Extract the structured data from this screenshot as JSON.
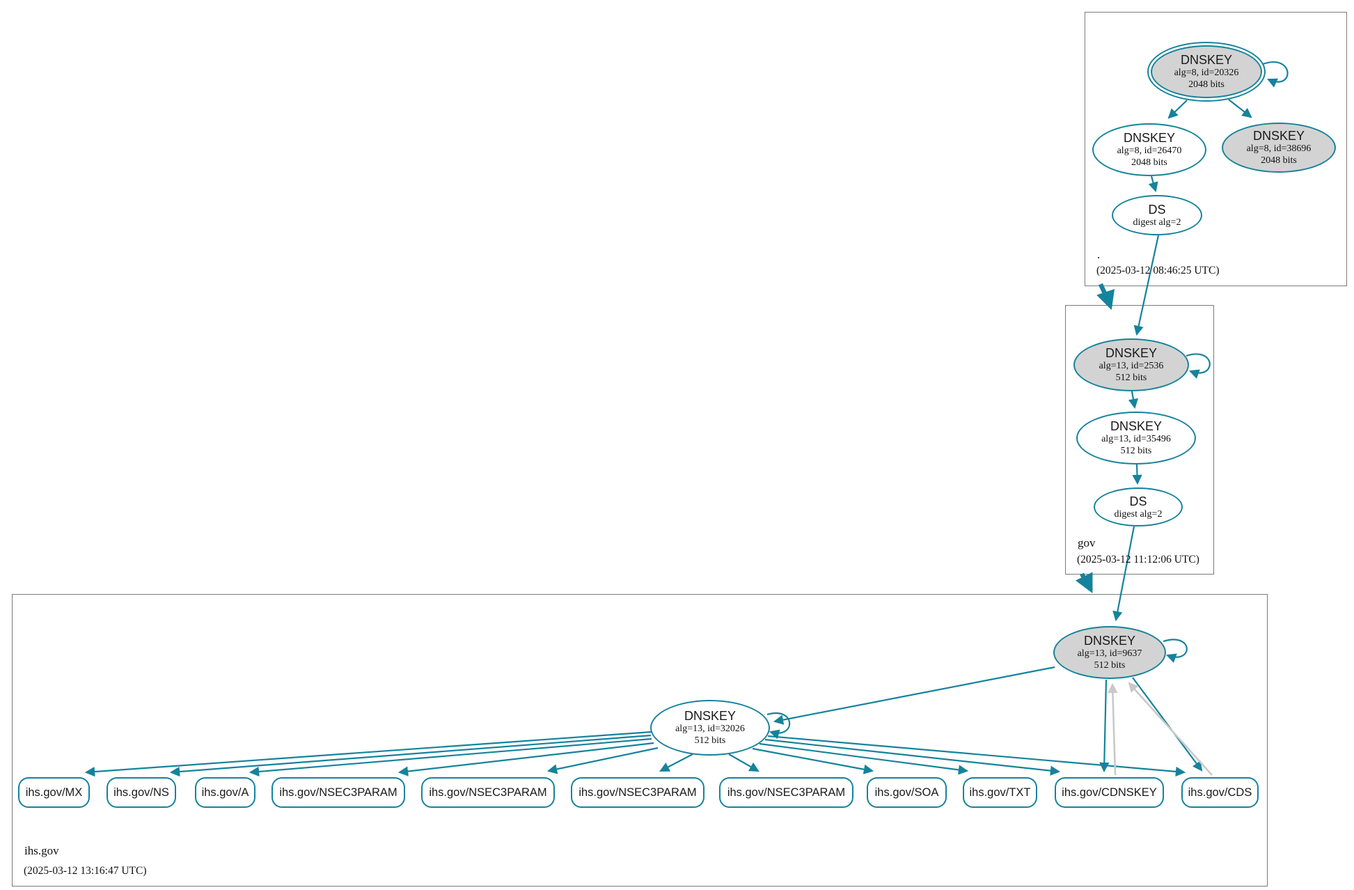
{
  "graph_type": "dnssec-authentication-chain",
  "colors": {
    "secure_teal": "#15839b",
    "warning_gray": "#c9c9c9",
    "key_fill_gray": "#d3d3d3",
    "node_fill_white": "#ffffff",
    "zone_box_border": "#7a7a7a",
    "text": "#111111"
  },
  "zones": {
    "root": {
      "label": ".",
      "timestamp": "(2025-03-12 08:46:25 UTC)",
      "ksk": {
        "title": "DNSKEY",
        "attrs": "alg=8, id=20326",
        "bits": "2048 bits"
      },
      "zsk": {
        "title": "DNSKEY",
        "attrs": "alg=8, id=26470",
        "bits": "2048 bits"
      },
      "key3": {
        "title": "DNSKEY",
        "attrs": "alg=8, id=38696",
        "bits": "2048 bits"
      },
      "ds": {
        "title": "DS",
        "attrs": "digest alg=2"
      }
    },
    "gov": {
      "label": "gov",
      "timestamp": "(2025-03-12 11:12:06 UTC)",
      "ksk": {
        "title": "DNSKEY",
        "attrs": "alg=13, id=2536",
        "bits": "512 bits"
      },
      "zsk": {
        "title": "DNSKEY",
        "attrs": "alg=13, id=35496",
        "bits": "512 bits"
      },
      "ds": {
        "title": "DS",
        "attrs": "digest alg=2"
      }
    },
    "ihs": {
      "label": "ihs.gov",
      "timestamp": "(2025-03-12 13:16:47 UTC)",
      "ksk": {
        "title": "DNSKEY",
        "attrs": "alg=13, id=9637",
        "bits": "512 bits"
      },
      "zsk": {
        "title": "DNSKEY",
        "attrs": "alg=13, id=32026",
        "bits": "512 bits"
      },
      "rrsets": [
        {
          "label": "ihs.gov/MX"
        },
        {
          "label": "ihs.gov/NS"
        },
        {
          "label": "ihs.gov/A"
        },
        {
          "label": "ihs.gov/NSEC3PARAM"
        },
        {
          "label": "ihs.gov/NSEC3PARAM"
        },
        {
          "label": "ihs.gov/NSEC3PARAM"
        },
        {
          "label": "ihs.gov/NSEC3PARAM"
        },
        {
          "label": "ihs.gov/SOA"
        },
        {
          "label": "ihs.gov/TXT"
        },
        {
          "label": "ihs.gov/CDNSKEY"
        },
        {
          "label": "ihs.gov/CDS"
        }
      ]
    }
  }
}
